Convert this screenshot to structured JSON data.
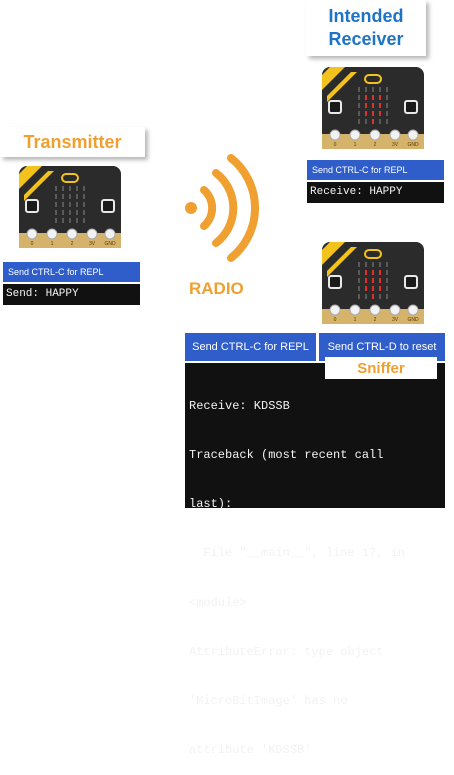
{
  "labels": {
    "receiver_line1": "Intended",
    "receiver_line2": "Receiver",
    "transmitter": "Transmitter",
    "radio": "RADIO",
    "sniffer": "Sniffer"
  },
  "transmitter": {
    "repl_bar": "Send CTRL-C for REPL",
    "output": "Send: HAPPY"
  },
  "receiver": {
    "repl_bar": "Send CTRL-C for REPL",
    "output": "Receive: HAPPY"
  },
  "sniffer": {
    "repl_button": "Send CTRL-C for REPL",
    "reset_button": "Send CTRL-D to reset",
    "output_lines": [
      "Receive: KDSSB",
      "Traceback (most recent call",
      "last):",
      "  File \"__main__\", line 17, in",
      "<module>",
      "AttributeError: type object",
      "'MicroBitImage' has no",
      "attribute 'KDSSB'"
    ]
  },
  "microbit": {
    "pin_labels": [
      "0",
      "1",
      "2",
      "3V",
      "GND"
    ]
  },
  "colors": {
    "accent_blue": "#1f73c7",
    "accent_orange": "#f0a030",
    "bar_blue": "#2f5dc9",
    "terminal_bg": "#111111",
    "led_on": "#e03030"
  }
}
